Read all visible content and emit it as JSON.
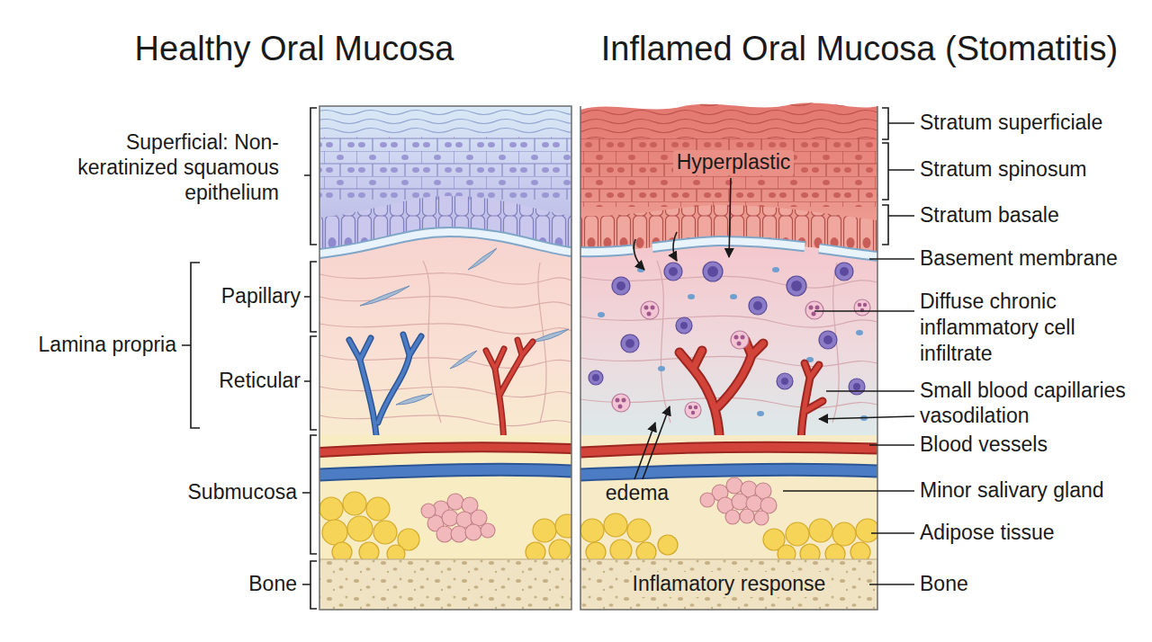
{
  "diagram": {
    "labels": [
      "Healthy Oral Mucosa",
      "Inflamed Oral Mucosa (Stomatitis)",
      "Superficial: Non-keratinized squamous epithelium",
      "Papillary",
      "Lamina propria",
      "Reticular",
      "Submucosa",
      "Bone",
      "Hyperplastic",
      "Stratum superficiale",
      "Stratum spinosum",
      "Stratum basale",
      "Basement membrane",
      "Diffuse chronic inflammatory cell infiltrate",
      "Small blood capillaries",
      "vasodilation",
      "Blood vessels",
      "edema",
      "Minor salivary gland",
      "Adipose tissue",
      "Inflamatory response",
      "Bone"
    ]
  }
}
